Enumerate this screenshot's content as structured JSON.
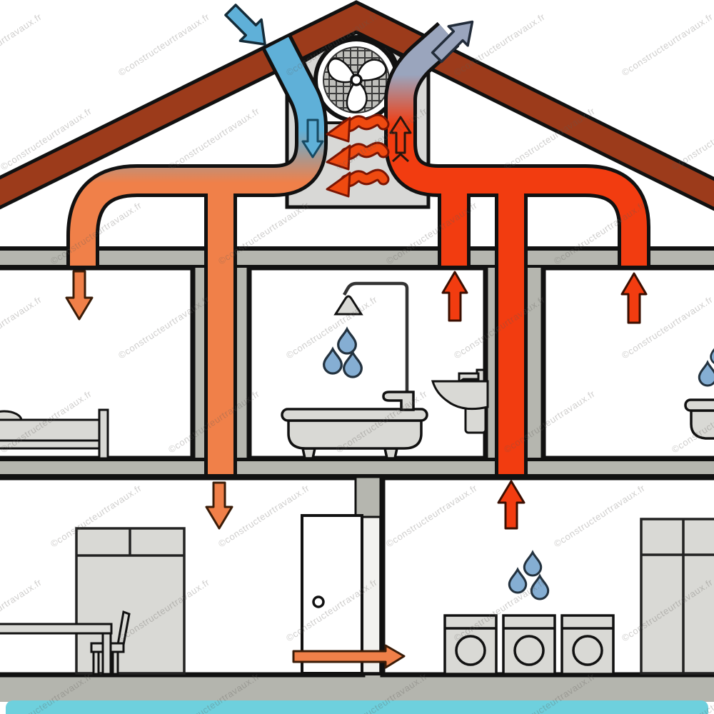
{
  "diagram": {
    "type": "house-ventilation-cross-section",
    "watermark": {
      "text": "©constructeurtravaux.fr"
    },
    "colors": {
      "roof": "#9c3b1b",
      "supply_warm_duct": "#f08049",
      "extract_hot_duct": "#f23c10",
      "fresh_intake_blue": "#5fb0d8",
      "stale_out_gray": "#9aa5bd",
      "wall_gray": "#b5b6af",
      "unit_gray": "#d8d8d6",
      "furniture_gray": "#d9d9d5",
      "water_drop_blue": "#85aed3",
      "ground_gray": "#b4b5ae",
      "water_table_cyan": "#6ed0dd",
      "outline_black": "#111111"
    },
    "components": [
      {
        "name": "roof"
      },
      {
        "name": "heat-recovery-unit"
      },
      {
        "name": "fan-icon"
      },
      {
        "name": "heat-exchange-wavy-arrows",
        "count": 3
      },
      {
        "name": "fresh-air-intake-arrow",
        "direction": "down-right"
      },
      {
        "name": "stale-air-exhaust-arrow",
        "direction": "up-right"
      },
      {
        "name": "supply-air-arrows",
        "direction": "down",
        "count": 2
      },
      {
        "name": "extract-air-arrows",
        "direction": "up",
        "count": 3
      },
      {
        "name": "air-transfer-arrow",
        "direction": "right",
        "count": 1
      },
      {
        "name": "bed"
      },
      {
        "name": "bathtub"
      },
      {
        "name": "shower-icon"
      },
      {
        "name": "sink"
      },
      {
        "name": "water-drop-icon",
        "count": 8
      },
      {
        "name": "door"
      },
      {
        "name": "washing-machine-icon",
        "count": 3
      },
      {
        "name": "wardrobe-cabinet",
        "count": 2
      },
      {
        "name": "table-and-chair"
      },
      {
        "name": "ground-water-line"
      }
    ]
  }
}
